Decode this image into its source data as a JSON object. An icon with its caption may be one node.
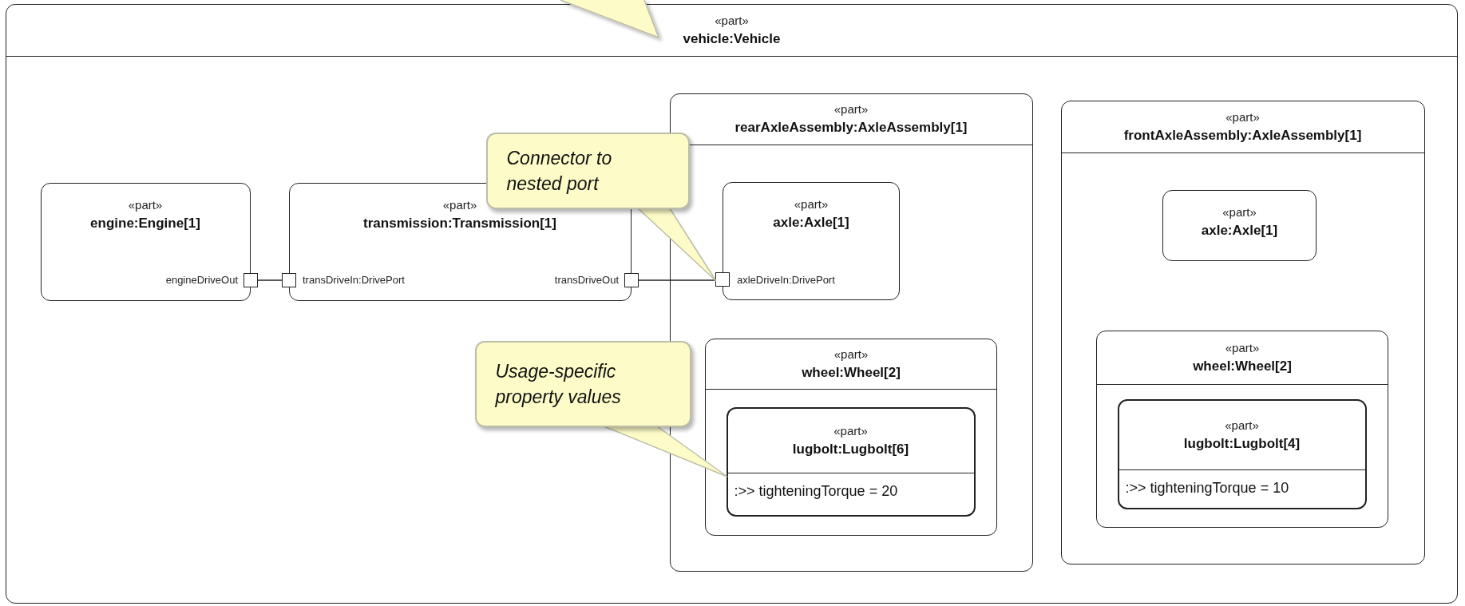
{
  "diagram": {
    "nodes": [
      {
        "text": [
          "«part»",
          "vehicle:Vehicle"
        ]
      },
      {
        "text": [
          "«part»",
          "engine:Engine[1]"
        ],
        "in": 0
      },
      {
        "text": [],
        "shape": "box",
        "in": 0
      },
      {
        "text": [
          "«part»",
          "transmission:Transmission[1]"
        ],
        "in": 0
      },
      {
        "text": [],
        "shape": "box",
        "in": 0
      },
      {
        "text": [],
        "shape": "box",
        "in": 0
      },
      {
        "text": [
          "«part»",
          "rearAxleAssembly:AxleAssembly[1]"
        ],
        "in": 0
      },
      {
        "text": [
          "«part»",
          "axle:Axle[1]"
        ],
        "in": 6
      },
      {
        "text": [],
        "shape": "box",
        "in": 6
      },
      {
        "text": [
          "«part»",
          "wheel:Wheel[2]"
        ],
        "in": 6
      },
      {
        "text": [
          "«part»",
          "lugbolt:Lugbolt[6]",
          ":>> tighteningTorque = 20"
        ],
        "in": 9
      },
      {
        "text": [
          "«part»",
          "frontAxleAssembly:AxleAssembly[1]"
        ],
        "in": 0
      },
      {
        "text": [
          "«part»",
          "axle:Axle[1]"
        ],
        "in": 11
      },
      {
        "text": [
          "«part»",
          "wheel:Wheel[2]"
        ],
        "in": 11
      },
      {
        "text": [
          "«part»",
          "lugbolt:Lugbolt[4]",
          ":>> tighteningTorque = 10"
        ],
        "in": 13
      },
      {
        "text": [
          "Connector to nested port"
        ],
        "in": 0
      },
      {
        "text": [
          "Usage-specific property values"
        ],
        "in": 0
      }
    ],
    "edges": [
      {
        "from": 2,
        "to": 4,
        "arrow": "none"
      },
      {
        "from": 5,
        "to": 8,
        "arrow": "none"
      },
      {
        "from": 15,
        "to": 8,
        "arrow": "none",
        "color": "#bdbda8"
      },
      {
        "from": 16,
        "to": 10,
        "arrow": "none",
        "color": "#bdbda8"
      }
    ],
    "labels": [
      "engineDriveOut",
      "transDriveIn:DrivePort",
      "transDriveOut",
      "axleDriveIn:DrivePort"
    ]
  }
}
